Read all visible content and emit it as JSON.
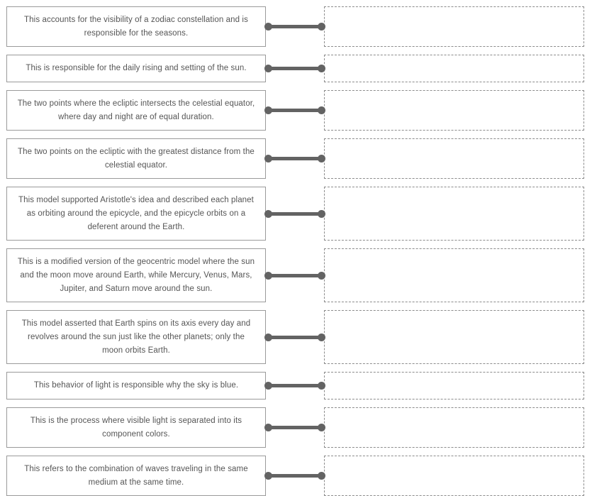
{
  "activity": {
    "type": "drag-and-drop-matching",
    "colors": {
      "prompt_border": "#9a9a9a",
      "drop_zone_border": "#8c8c8c",
      "connector": "#636363",
      "text": "#555555",
      "background": "#ffffff"
    },
    "connector_icon": "connector-line-icon",
    "drop_zone_placeholder": ""
  },
  "rows": [
    {
      "id": 1,
      "lines": 2,
      "prompt": "This accounts for the visibility of a zodiac constellation and is responsible for the seasons.",
      "answer": ""
    },
    {
      "id": 2,
      "lines": 1,
      "prompt": "This is responsible for the daily rising and setting of the sun.",
      "answer": ""
    },
    {
      "id": 3,
      "lines": 2,
      "prompt": "The two points where the ecliptic intersects the celestial equator, where day and night are of equal duration.",
      "answer": ""
    },
    {
      "id": 4,
      "lines": 2,
      "prompt": "The two points on the ecliptic with the greatest distance from the celestial equator.",
      "answer": ""
    },
    {
      "id": 5,
      "lines": 3,
      "prompt": "This model supported Aristotle's idea and described each planet as orbiting around the epicycle, and the epicycle orbits on a deferent around the Earth.",
      "answer": ""
    },
    {
      "id": 6,
      "lines": 3,
      "prompt": "This is a modified version of the geocentric model where the sun and the moon move around Earth, while Mercury, Venus, Mars, Jupiter, and Saturn move around the sun.",
      "answer": ""
    },
    {
      "id": 7,
      "lines": 3,
      "prompt": "This model asserted that Earth spins on its axis every day and revolves around the sun just like the other planets; only the moon orbits Earth.",
      "answer": ""
    },
    {
      "id": 8,
      "lines": 1,
      "prompt": "This behavior of light is responsible why the sky is blue.",
      "answer": ""
    },
    {
      "id": 9,
      "lines": 2,
      "prompt": "This is the process where visible light is separated into its component colors.",
      "answer": ""
    },
    {
      "id": 10,
      "lines": 2,
      "prompt": "This refers to the combination of waves traveling in the same medium at the same time.",
      "answer": ""
    }
  ]
}
